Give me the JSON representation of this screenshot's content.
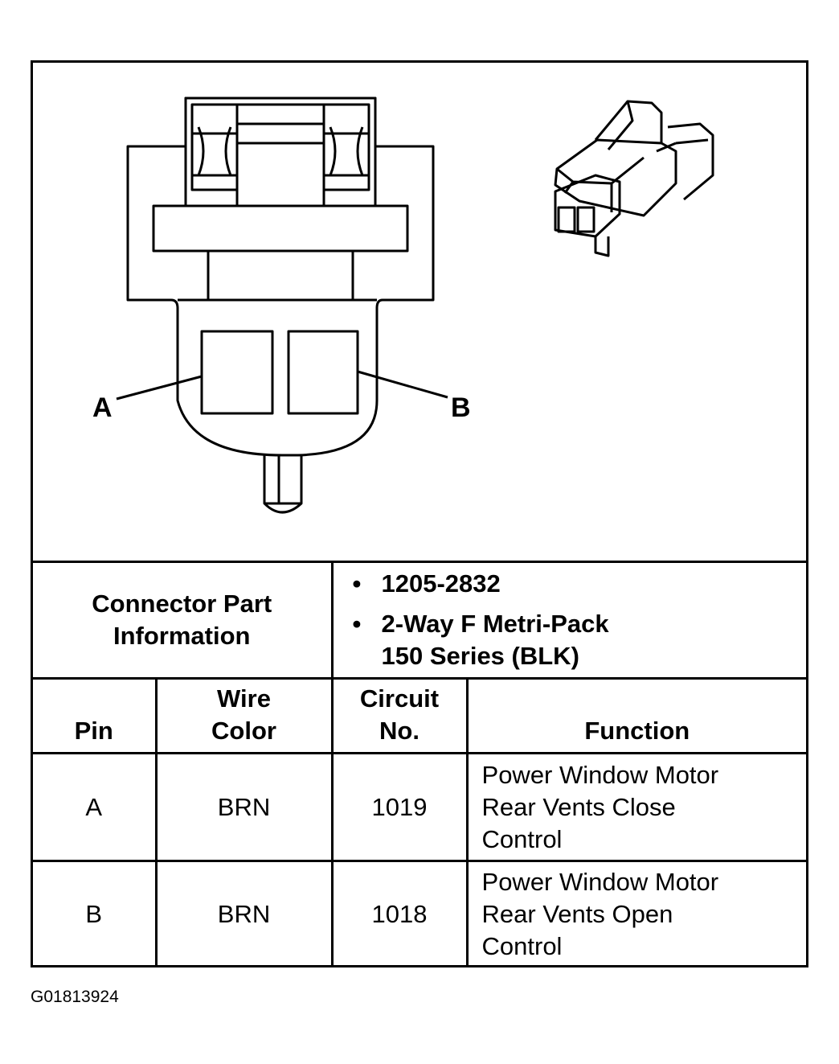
{
  "drawing": {
    "pin_label_a": "A",
    "pin_label_b": "B"
  },
  "connector_info": {
    "label_line1": "Connector Part",
    "label_line2": "Information",
    "bullets": [
      {
        "lines": [
          "1205-2832"
        ]
      },
      {
        "lines": [
          "2-Way F Metri-Pack",
          "150 Series (BLK)"
        ]
      }
    ]
  },
  "table": {
    "headers": {
      "pin": [
        "",
        "Pin"
      ],
      "wire_color": [
        "Wire",
        "Color"
      ],
      "circuit_no": [
        "Circuit",
        "No."
      ],
      "function": [
        "",
        "Function"
      ]
    },
    "rows": [
      {
        "pin": "A",
        "wire_color": "BRN",
        "circuit_no": "1019",
        "function": [
          "Power Window Motor",
          "Rear Vents Close",
          "Control"
        ]
      },
      {
        "pin": "B",
        "wire_color": "BRN",
        "circuit_no": "1018",
        "function": [
          "Power Window Motor",
          "Rear Vents Open",
          "Control"
        ]
      }
    ]
  },
  "figure_id": "G01813924"
}
